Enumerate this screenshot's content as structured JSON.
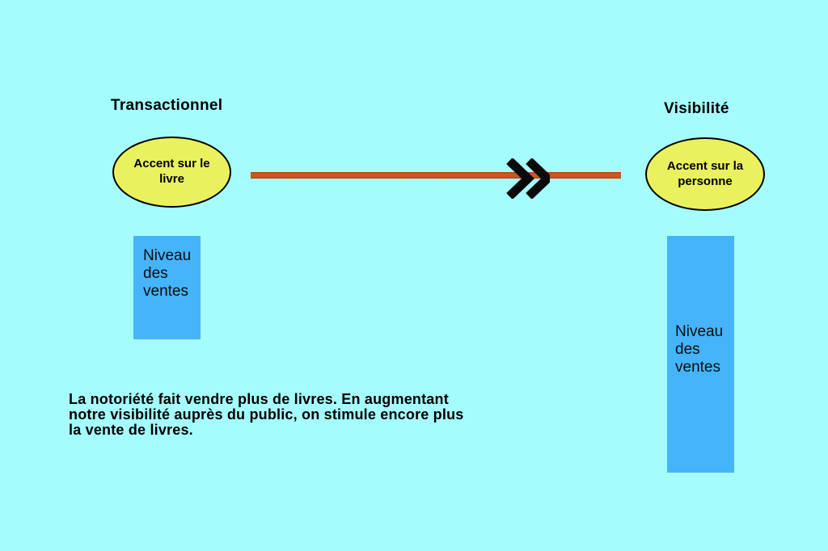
{
  "diagram": {
    "left": {
      "heading": "Transactionnel",
      "ellipse_label": [
        "Accent sur le",
        "livre"
      ],
      "bar_label": [
        "Niveau",
        "des",
        "ventes"
      ]
    },
    "right": {
      "heading": "Visibilité",
      "ellipse_label": [
        "Accent sur la",
        "personne"
      ],
      "bar_label": [
        "Niveau",
        "des",
        "ventes"
      ]
    },
    "caption": [
      "La notoriété fait vendre plus de livres. En augmentant",
      "notre visibilité auprès du public, on stimule encore plus",
      "la vente de livres."
    ],
    "colors": {
      "background": "#a5fcfd",
      "ellipse_fill": "#e9f15e",
      "bar_fill": "#45b4fb",
      "connector": "#c54a1b",
      "text": "#000000"
    },
    "icons": {
      "connector_arrow": "double-chevron-right"
    }
  }
}
